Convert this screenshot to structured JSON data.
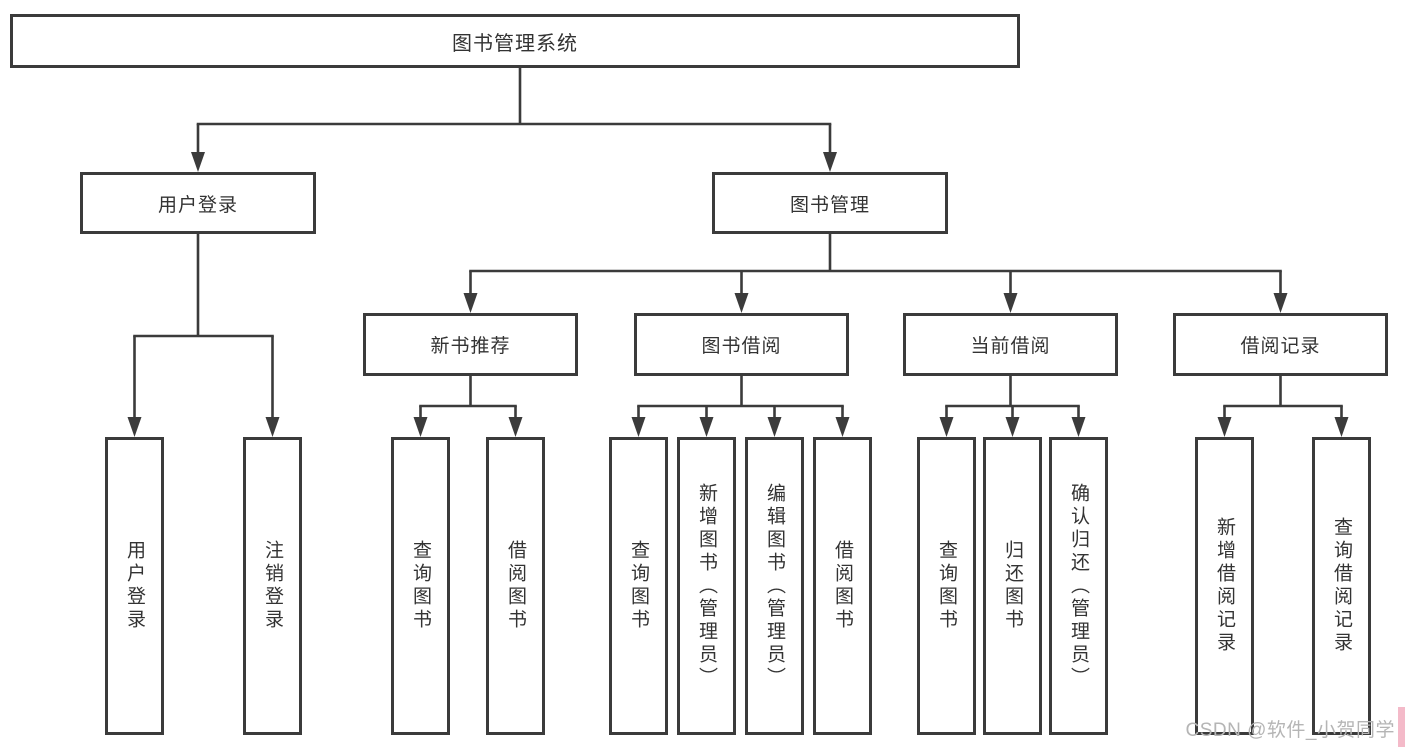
{
  "diagram": {
    "root": {
      "label": "图书管理系统"
    },
    "branches": [
      {
        "label": "用户登录",
        "children": [
          {
            "label": "用户登录"
          },
          {
            "label": "注销登录"
          }
        ]
      },
      {
        "label": "图书管理",
        "children": [
          {
            "label": "新书推荐",
            "children": [
              {
                "label": "查询图书"
              },
              {
                "label": "借阅图书"
              }
            ]
          },
          {
            "label": "图书借阅",
            "children": [
              {
                "label": "查询图书"
              },
              {
                "label": "新增图书（管理员）"
              },
              {
                "label": "编辑图书（管理员）"
              },
              {
                "label": "借阅图书"
              }
            ]
          },
          {
            "label": "当前借阅",
            "children": [
              {
                "label": "查询图书"
              },
              {
                "label": "归还图书"
              },
              {
                "label": "确认归还（管理员）"
              }
            ]
          },
          {
            "label": "借阅记录",
            "children": [
              {
                "label": "新增借阅记录"
              },
              {
                "label": "查询借阅记录"
              }
            ]
          }
        ]
      }
    ]
  },
  "watermark": {
    "text": "CSDN @软件_小贺同学"
  },
  "colors": {
    "line": "#3b3b3b",
    "text": "#333333",
    "watermark": "#b5b5b5",
    "edge_accent": "#f4bac9"
  }
}
